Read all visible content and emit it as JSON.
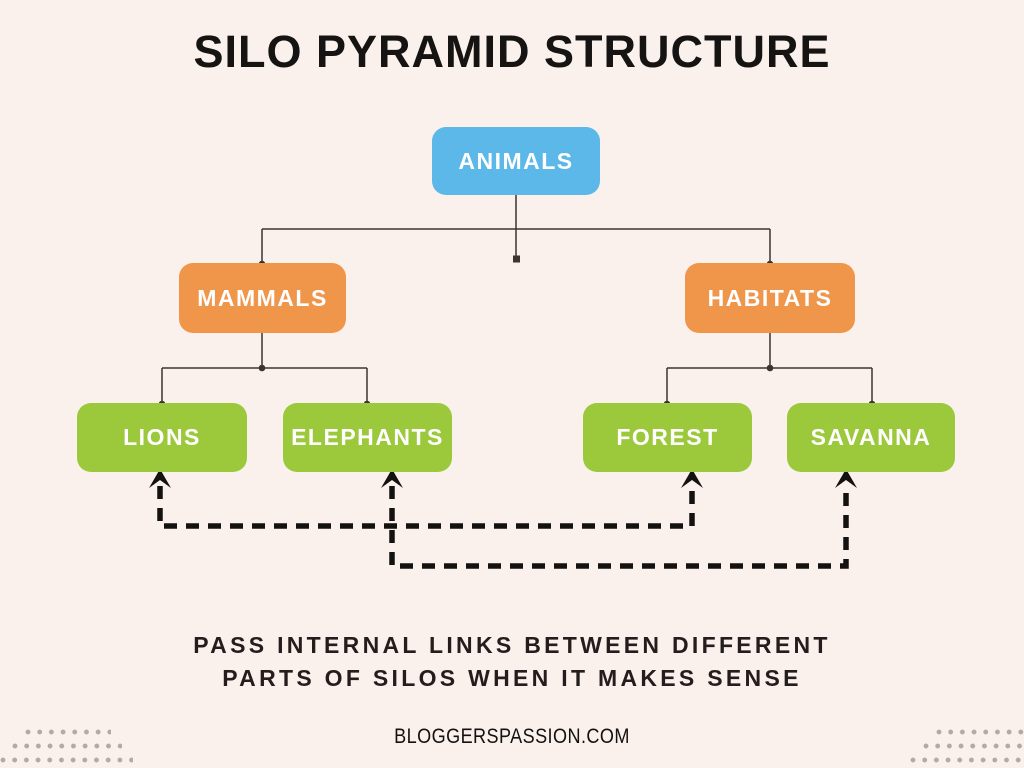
{
  "title": "SILO PYRAMID STRUCTURE",
  "colors": {
    "background": "#FAF0EC",
    "blue": "#5BB8E8",
    "orange": "#F0964B",
    "green": "#9CC83C",
    "line": "#3A3533",
    "dashed": "#141111",
    "text_dark": "#231D1D",
    "dot_pattern": "#B4A9A3"
  },
  "diagram": {
    "nodes": {
      "animals": {
        "label": "ANIMALS",
        "level": 1,
        "color": "#5BB8E8"
      },
      "mammals": {
        "label": "MAMMALS",
        "level": 2,
        "color": "#F0964B"
      },
      "habitats": {
        "label": "HABITATS",
        "level": 2,
        "color": "#F0964B"
      },
      "lions": {
        "label": "LIONS",
        "level": 3,
        "color": "#9CC83C"
      },
      "elephants": {
        "label": "ELEPHANTS",
        "level": 3,
        "color": "#9CC83C"
      },
      "forest": {
        "label": "FOREST",
        "level": 3,
        "color": "#9CC83C"
      },
      "savanna": {
        "label": "SAVANNA",
        "level": 3,
        "color": "#9CC83C"
      }
    },
    "edges": [
      {
        "from": "ANIMALS",
        "to": "MAMMALS",
        "type": "solid"
      },
      {
        "from": "ANIMALS",
        "to": "HABITATS",
        "type": "solid"
      },
      {
        "from": "MAMMALS",
        "to": "LIONS",
        "type": "solid"
      },
      {
        "from": "MAMMALS",
        "to": "ELEPHANTS",
        "type": "solid"
      },
      {
        "from": "HABITATS",
        "to": "FOREST",
        "type": "solid"
      },
      {
        "from": "HABITATS",
        "to": "SAVANNA",
        "type": "solid"
      },
      {
        "from": "LIONS",
        "to": "FOREST",
        "type": "dashed-bidirectional-arrow"
      },
      {
        "from": "ELEPHANTS",
        "to": "SAVANNA",
        "type": "dashed-bidirectional-arrow"
      }
    ]
  },
  "caption": {
    "line1": "PASS INTERNAL LINKS BETWEEN DIFFERENT",
    "line2": "PARTS OF SILOS WHEN IT MAKES SENSE"
  },
  "footer": "BLOGGERSPASSION.COM"
}
